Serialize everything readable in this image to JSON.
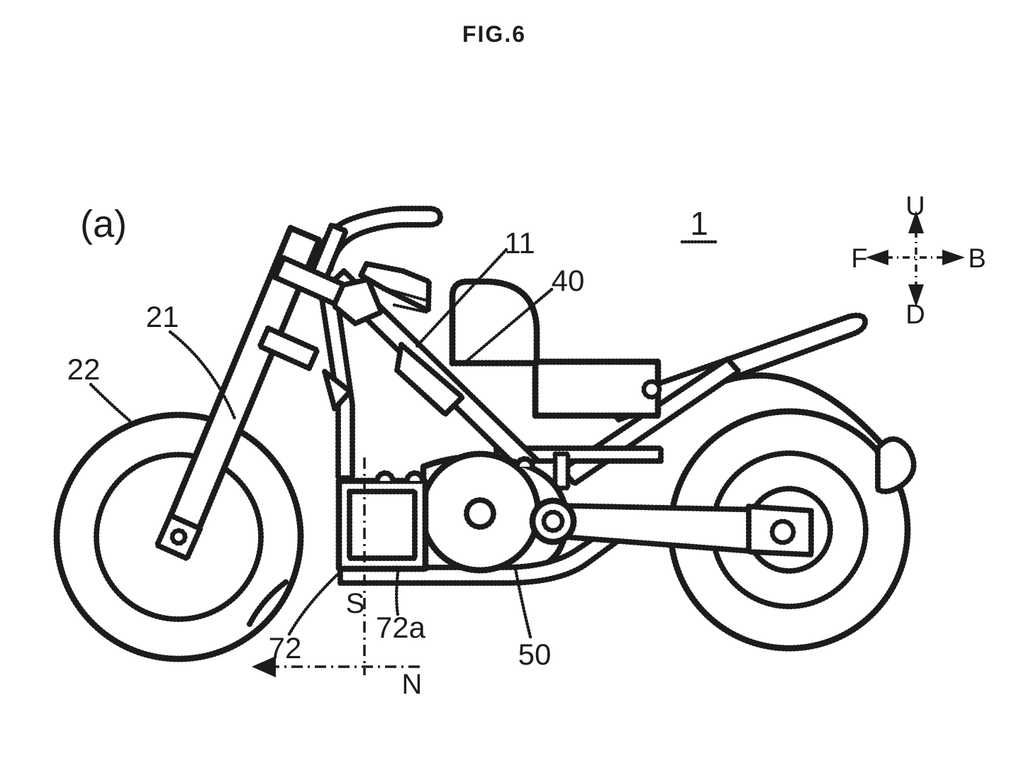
{
  "figure": {
    "title": "FIG.6",
    "panel_label": "(a)",
    "overall_reference": "1"
  },
  "compass": {
    "up": "U",
    "down": "D",
    "front": "F",
    "back": "B"
  },
  "axis_labels": {
    "s": "S",
    "n": "N"
  },
  "reference_numerals": {
    "n11": "11",
    "n21": "21",
    "n22": "22",
    "n40": "40",
    "n50": "50",
    "n72": "72",
    "n72a": "72a"
  },
  "colors": {
    "ink": "#1c1c1c",
    "background": "#ffffff"
  }
}
